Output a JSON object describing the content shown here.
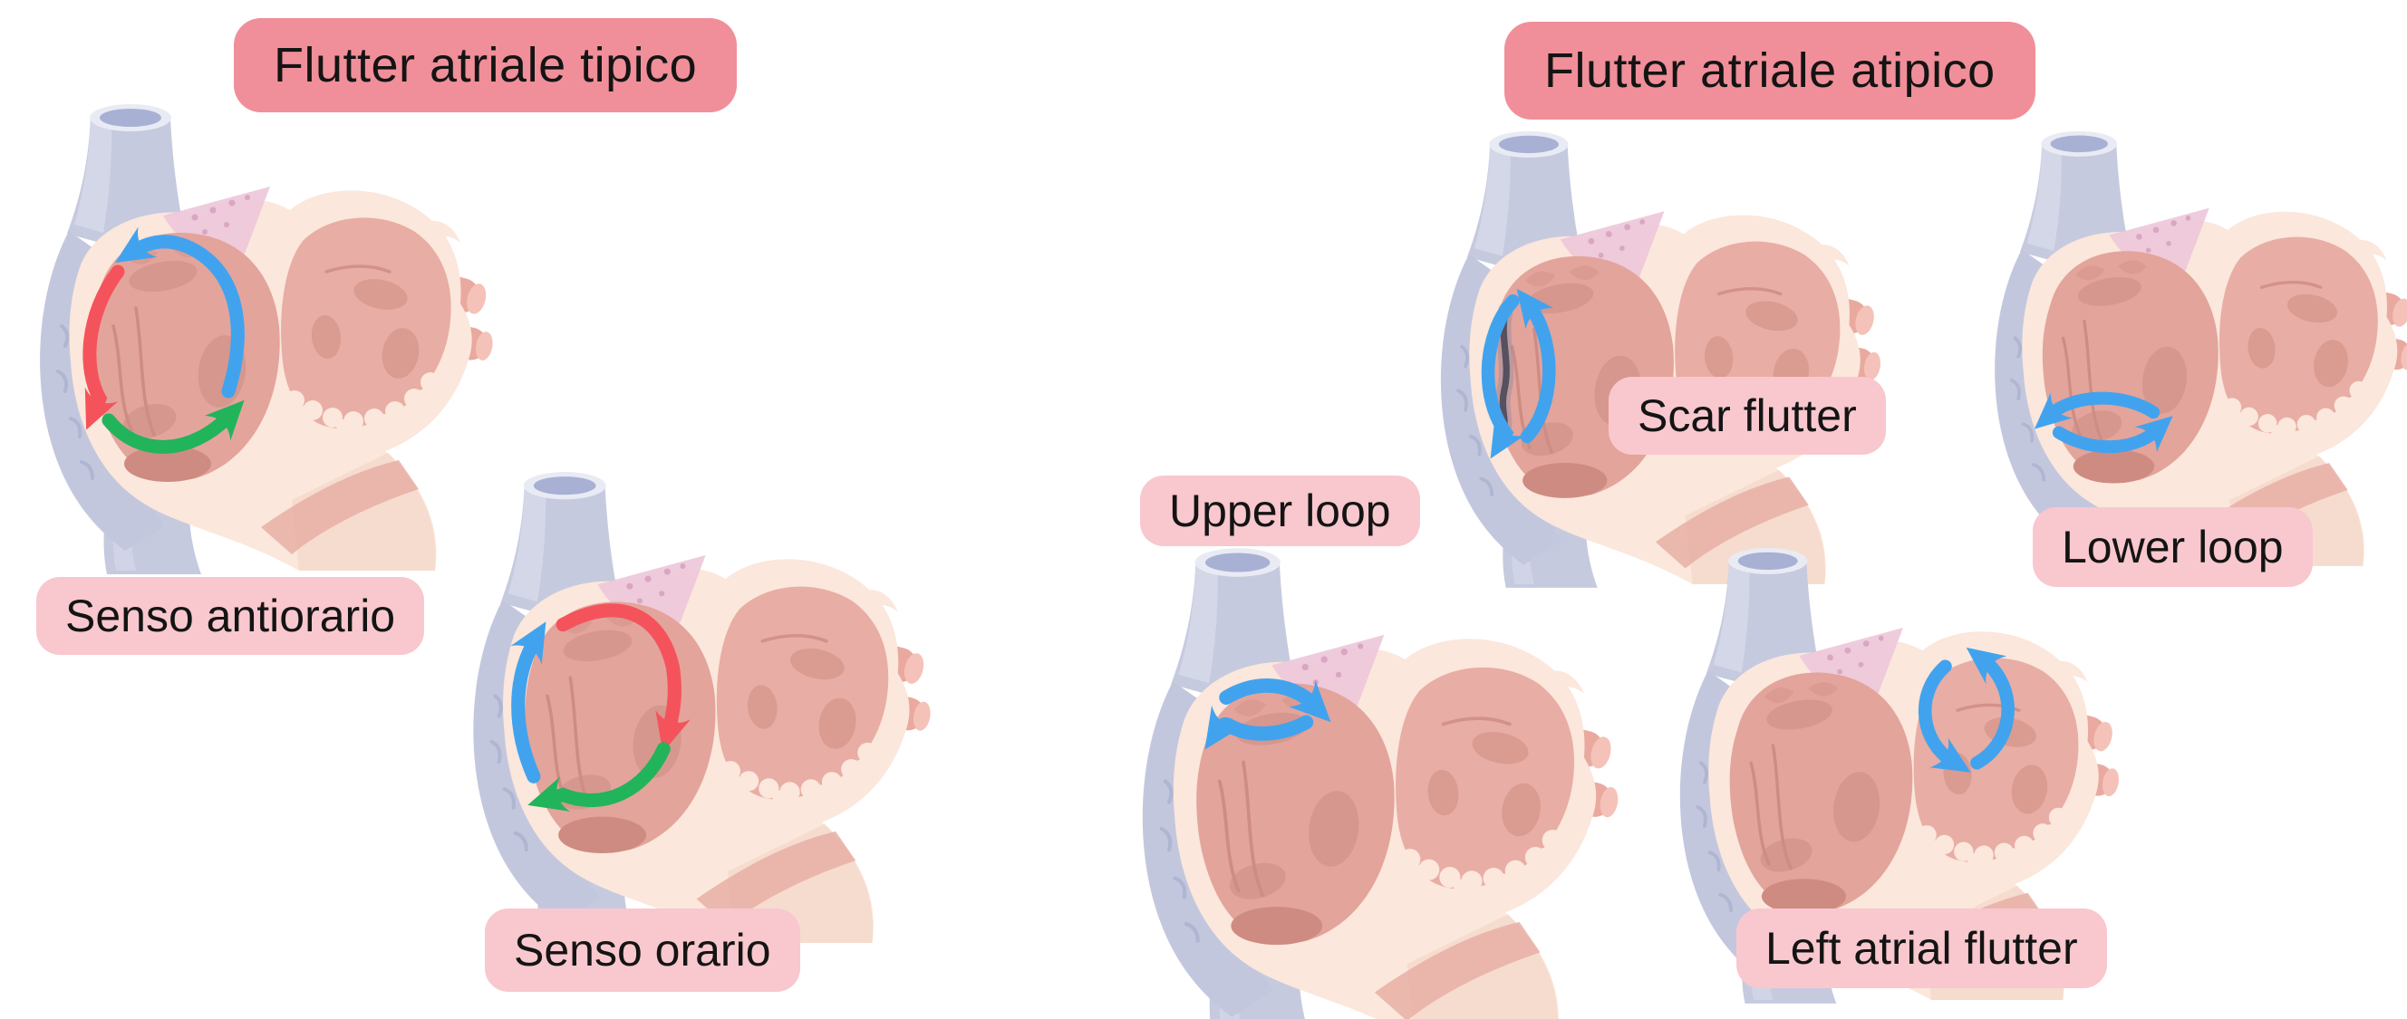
{
  "diagram_title_area": {
    "typical": {
      "title": "Flutter atriale tipico",
      "variants": [
        {
          "id": "senso-antiorario",
          "label": "Senso antiorario",
          "direction": "counterclockwise",
          "arrow_colors": [
            "blue",
            "red",
            "green"
          ]
        },
        {
          "id": "senso-orario",
          "label": "Senso orario",
          "direction": "clockwise",
          "arrow_colors": [
            "red",
            "green",
            "blue"
          ]
        }
      ]
    },
    "atypical": {
      "title": "Flutter atriale atipico",
      "variants": [
        {
          "id": "upper-loop",
          "label": "Upper loop",
          "direction": "small loop at roof of right atrium",
          "arrow_colors": [
            "blue"
          ]
        },
        {
          "id": "scar-flutter",
          "label": "Scar flutter",
          "direction": "loop around atrial scar",
          "arrow_colors": [
            "blue"
          ],
          "feature": "scar"
        },
        {
          "id": "lower-loop",
          "label": "Lower loop",
          "direction": "small loop at floor of right atrium",
          "arrow_colors": [
            "blue"
          ]
        },
        {
          "id": "left-atrial-flutter",
          "label": "Left atrial flutter",
          "direction": "loop in left atrium",
          "arrow_colors": [
            "blue"
          ]
        }
      ]
    }
  },
  "colors": {
    "title_bg": "#F08F99",
    "label_bg": "#F8C8CE",
    "text": "#141414",
    "arrow_blue": "#41A3EE",
    "arrow_red": "#F4535C",
    "arrow_green": "#22B45B",
    "scar": "#57505E"
  }
}
